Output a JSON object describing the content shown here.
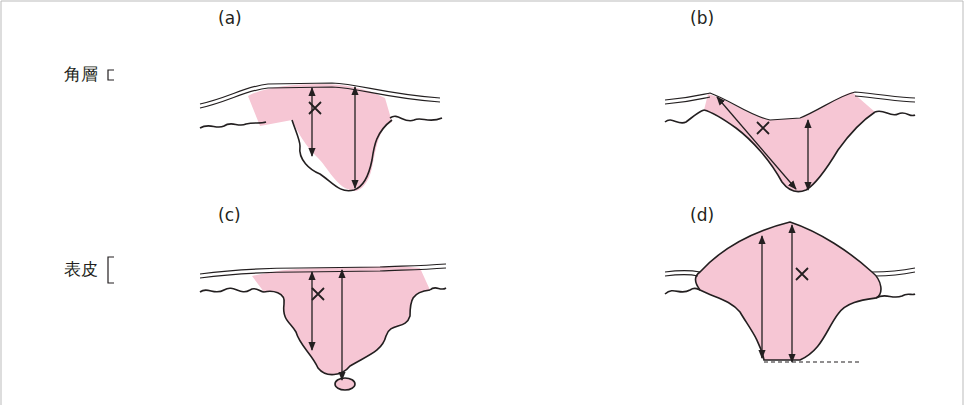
{
  "diagram": {
    "labels": [
      "(a)",
      "(b)",
      "(c)",
      "(d)",
      "角層",
      "表皮"
    ]
  }
}
